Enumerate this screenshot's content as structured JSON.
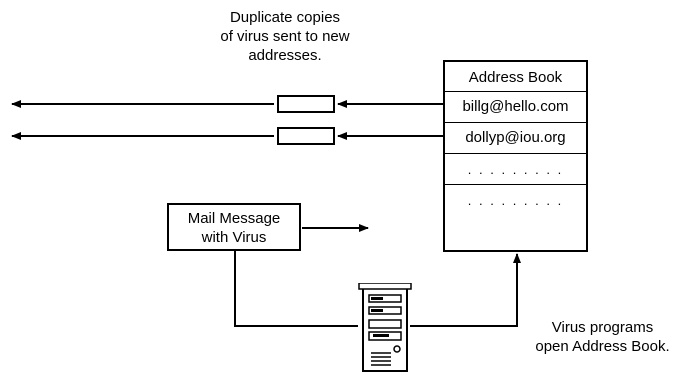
{
  "caption_top": [
    "Duplicate copies",
    "of virus sent to new",
    "addresses."
  ],
  "address_book": {
    "title": "Address Book",
    "entries": [
      "billg@hello.com",
      "dollyp@iou.org",
      ". . . . . . . . .",
      ". . . . . . . . ."
    ]
  },
  "mail_message": [
    "Mail Message",
    "with Virus"
  ],
  "caption_bottom": [
    "Virus programs",
    "open Address Book."
  ],
  "icons": {
    "computer": "tower-computer-icon",
    "copy_packet": "envelope-copy-icon"
  }
}
